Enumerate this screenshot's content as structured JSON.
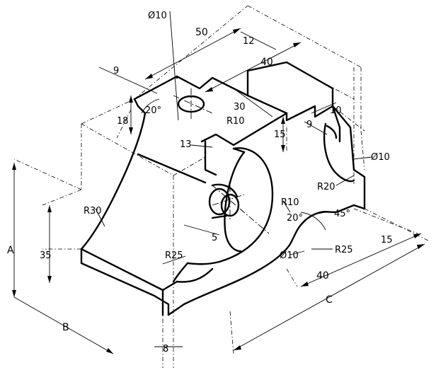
{
  "dimensions": {
    "d_phi10_top": "Ø10",
    "d_50": "50",
    "d_12": "12",
    "d_40_top": "40",
    "d_9_left": "9",
    "d_18": "18",
    "d_20deg_top": "20°",
    "d_30": "30",
    "d_R10_top": "R10",
    "d_15_mid": "15",
    "d_10": "10",
    "d_9_right": "9",
    "d_13": "13",
    "d_phi10_right": "Ø10",
    "d_R20": "R20",
    "d_R30": "R30",
    "d_A": "A",
    "d_35": "35",
    "d_5": "5",
    "d_R10_low": "R10",
    "d_20deg_low": "20°",
    "d_45deg": "45°",
    "d_15_right": "15",
    "d_R25_left": "R25",
    "d_phi10_low": "Ø10",
    "d_R25_right": "R25",
    "d_40_low": "40",
    "d_C": "C",
    "d_B": "B",
    "d_8": "8"
  },
  "colors": {
    "ink": "#000000",
    "paper": "#ffffff"
  }
}
